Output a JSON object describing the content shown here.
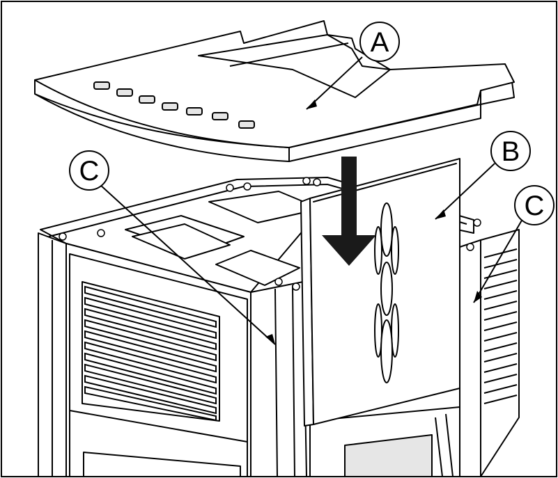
{
  "figure": {
    "callouts": {
      "a": "A",
      "b": "B",
      "c_left": "C",
      "c_right": "C"
    },
    "colors": {
      "line": "#000000",
      "fill_light": "#ffffff",
      "fill_shade": "#e6e6e6",
      "fill_dark": "#1a1a1a"
    }
  }
}
